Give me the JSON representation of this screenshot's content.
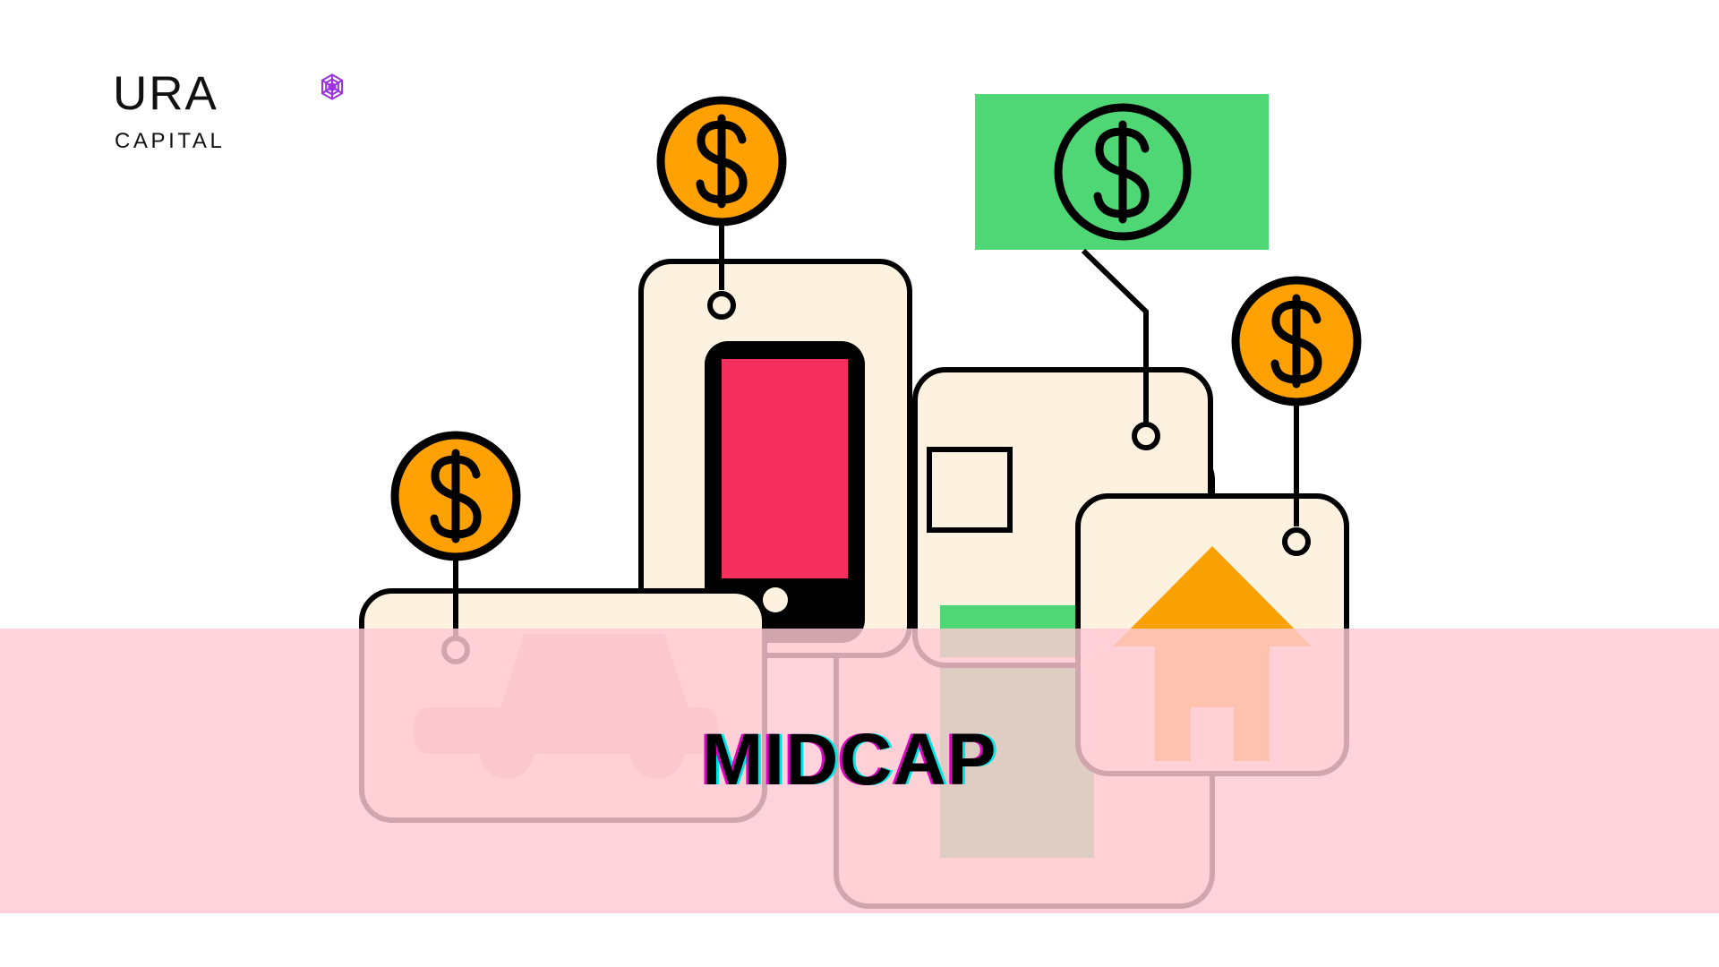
{
  "brand": {
    "name": "URA",
    "tagline": "CAPITAL",
    "icon": "atom-hexagon-icon",
    "icon_color": "#9B30E0"
  },
  "headline": {
    "text": "MIDCAP",
    "color": "#000000",
    "shadow_left_color": "#e000c8",
    "shadow_right_color": "#00e5e5"
  },
  "palette": {
    "background": "#FFFFFF",
    "band_pink": "#FFC9D4",
    "card_cream": "#FDF2DF",
    "outline_black": "#000000",
    "coin_orange": "#FFA003",
    "note_green": "#4FD675",
    "screen_crimson": "#F5305E",
    "house_orange": "#F9A003"
  },
  "illustration": {
    "cards": [
      {
        "name": "car-card",
        "label": "Car",
        "icon": "car-icon"
      },
      {
        "name": "phone-card",
        "label": "Phone",
        "icon": "smartphone-icon"
      },
      {
        "name": "wallet-card",
        "label": "Wallet",
        "icon": "wallet-icon"
      },
      {
        "name": "receipt-card",
        "label": "Receipt",
        "icon": "receipt-icon"
      },
      {
        "name": "house-card",
        "label": "House",
        "icon": "house-icon"
      }
    ],
    "coins": [
      {
        "name": "coin-left",
        "symbol": "$"
      },
      {
        "name": "coin-top",
        "symbol": "$"
      },
      {
        "name": "coin-right",
        "symbol": "$"
      }
    ],
    "banknote": {
      "name": "banknote",
      "symbol": "$",
      "color": "#4FD675"
    }
  }
}
